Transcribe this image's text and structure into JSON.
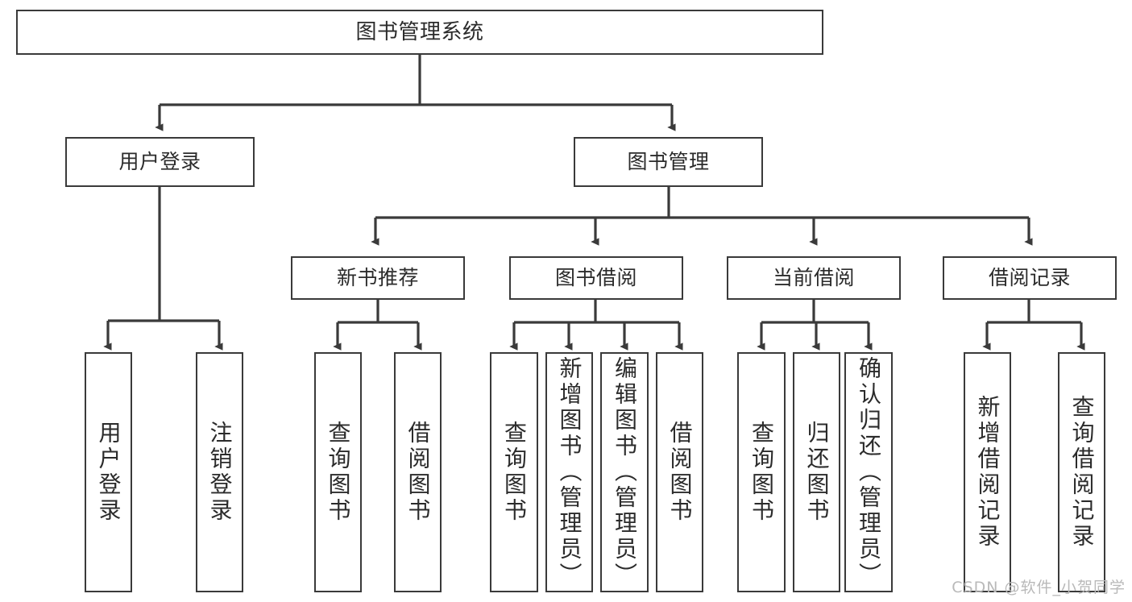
{
  "diagram": {
    "title": "图书管理系统",
    "type": "tree",
    "orientation": "top-down",
    "edge_style": "orthogonal-arrow",
    "colors": {
      "box_border": "#3a3a3a",
      "box_fill": "#ffffff",
      "edge": "#3a3a3a",
      "text": "#2b2b2b",
      "watermark": "#b9b9b9",
      "background": "#ffffff"
    }
  },
  "nodes": {
    "root": {
      "label": "图书管理系统"
    },
    "level1": [
      {
        "id": "user-login",
        "label": "用户登录"
      },
      {
        "id": "book-manage",
        "label": "图书管理"
      }
    ],
    "level2": [
      {
        "id": "new-book-recommend",
        "label": "新书推荐"
      },
      {
        "id": "book-borrow",
        "label": "图书借阅"
      },
      {
        "id": "current-borrow",
        "label": "当前借阅"
      },
      {
        "id": "borrow-record",
        "label": "借阅记录"
      }
    ],
    "leaves": {
      "user-login": [
        {
          "id": "leaf-user-login",
          "label": "用户登录"
        },
        {
          "id": "leaf-logout",
          "label": "注销登录"
        }
      ],
      "new-book-recommend": [
        {
          "id": "leaf-query-book-1",
          "label": "查询图书"
        },
        {
          "id": "leaf-borrow-book-1",
          "label": "借阅图书"
        }
      ],
      "book-borrow": [
        {
          "id": "leaf-query-book-2",
          "label": "查询图书"
        },
        {
          "id": "leaf-add-book",
          "label": "新增图书（管理员）"
        },
        {
          "id": "leaf-edit-book",
          "label": "编辑图书（管理员）"
        },
        {
          "id": "leaf-borrow-book-2",
          "label": "借阅图书"
        }
      ],
      "current-borrow": [
        {
          "id": "leaf-query-book-3",
          "label": "查询图书"
        },
        {
          "id": "leaf-return-book",
          "label": "归还图书"
        },
        {
          "id": "leaf-confirm-return",
          "label": "确认归还（管理员）"
        }
      ],
      "borrow-record": [
        {
          "id": "leaf-add-record",
          "label": "新增借阅记录"
        },
        {
          "id": "leaf-query-record",
          "label": "查询借阅记录"
        }
      ]
    }
  },
  "watermark": {
    "text": "CSDN @软件_小贺同学"
  }
}
